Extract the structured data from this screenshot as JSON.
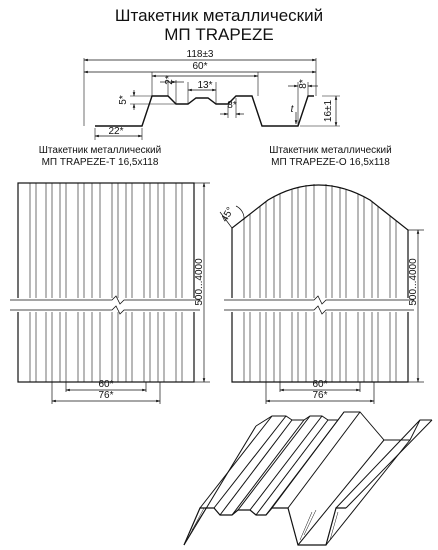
{
  "title": {
    "line1": "Штакетник металлический",
    "line2": "МП TRAPEZE"
  },
  "profile_dimensions": {
    "overall_width": "118±3",
    "pitch": "60*",
    "top_flat": "13*",
    "slope": "2*",
    "rib_height": "5*",
    "top_right": "8*",
    "bottom_mid": "8*",
    "thickness": "t",
    "height": "16±1",
    "flange": "22*"
  },
  "variant_t": {
    "name_line1": "Штакетник металлический",
    "name_line2": "МП TRAPEZE-T 16,5x118",
    "height_range": "500...4000",
    "dim_inner": "60*",
    "dim_outer": "76*"
  },
  "variant_o": {
    "name_line1": "Штакетник металлический",
    "name_line2": "МП TRAPEZE-O 16,5x118",
    "height_range": "500...4000",
    "dim_inner": "60*",
    "dim_outer": "76*",
    "chamfer_angle": "45°"
  }
}
